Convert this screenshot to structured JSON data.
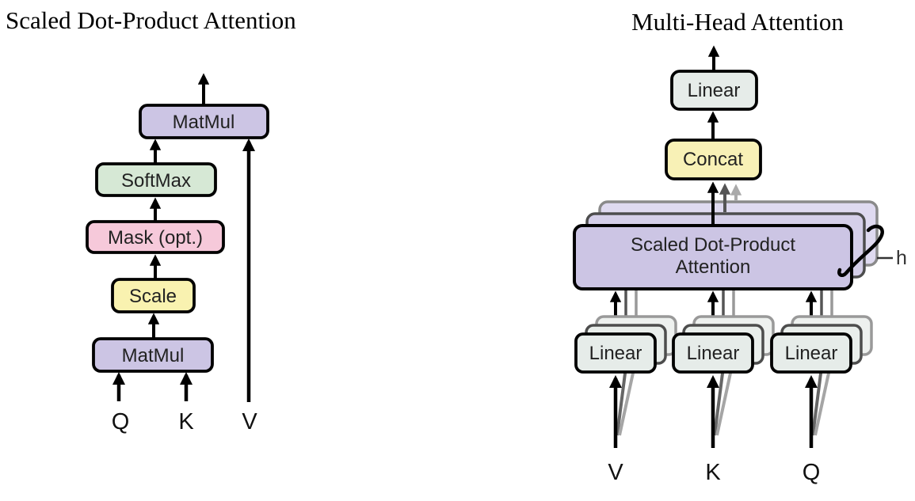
{
  "figure": {
    "left": {
      "title": "Scaled Dot-Product Attention",
      "boxes": {
        "matmul_top": {
          "label": "MatMul",
          "fill": "#ccc5e4"
        },
        "softmax": {
          "label": "SoftMax",
          "fill": "#d6e8d5"
        },
        "mask": {
          "label": "Mask (opt.)",
          "fill": "#f6c9da"
        },
        "scale": {
          "label": "Scale",
          "fill": "#f9f2b0"
        },
        "matmul_bottom": {
          "label": "MatMul",
          "fill": "#ccc5e4"
        }
      },
      "inputs": {
        "q": "Q",
        "k": "K",
        "v": "V"
      }
    },
    "right": {
      "title": "Multi-Head Attention",
      "boxes": {
        "linear_out": {
          "label": "Linear",
          "fill": "#e6ece9"
        },
        "concat": {
          "label": "Concat",
          "fill": "#f8f1b6"
        },
        "sdpa": {
          "label_line1": "Scaled Dot-Product",
          "label_line2": "Attention",
          "fill": "#ccc5e4"
        },
        "linear_v": {
          "label": "Linear",
          "fill": "#e6ece9"
        },
        "linear_k": {
          "label": "Linear",
          "fill": "#e6ece9"
        },
        "linear_q": {
          "label": "Linear",
          "fill": "#e6ece9"
        }
      },
      "heads_count_label": "h",
      "inputs": {
        "v": "V",
        "k": "K",
        "q": "Q"
      }
    }
  }
}
